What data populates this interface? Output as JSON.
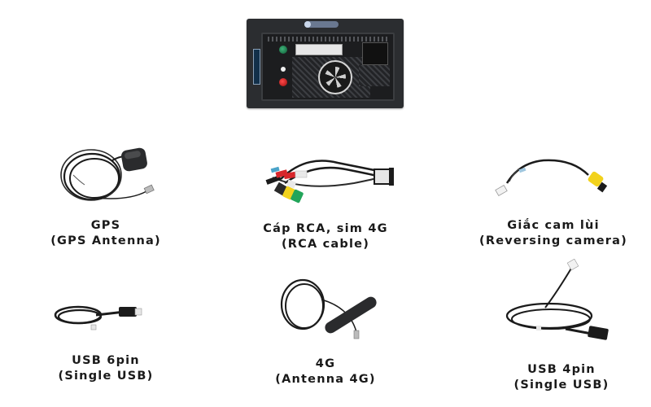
{
  "main_product": {
    "name": "car-head-unit-back-panel",
    "colors": {
      "body": "#2b2d30",
      "green_button": "#1f8a55",
      "red_button": "#d42020",
      "fan": "#d6d6d6"
    }
  },
  "accessories": [
    {
      "id": "gps",
      "title": "GPS",
      "subtitle": "(GPS Antenna)"
    },
    {
      "id": "rca",
      "title": "Cáp RCA, sim 4G",
      "subtitle": "(RCA cable)"
    },
    {
      "id": "reverse-cam",
      "title": "Giắc cam lùi",
      "subtitle": "(Reversing camera)"
    },
    {
      "id": "usb6",
      "title": "USB 6pin",
      "subtitle": "(Single USB)"
    },
    {
      "id": "4g",
      "title": "4G",
      "subtitle": "(Antenna 4G)"
    },
    {
      "id": "usb4",
      "title": "USB 4pin",
      "subtitle": "(Single USB)"
    }
  ],
  "colors": {
    "background": "#ffffff",
    "text": "#1a1a1a",
    "cable": "#1b1b1b",
    "rca_yellow": "#f2d21c",
    "rca_red": "#d8262b",
    "rca_green": "#22a55a",
    "rca_white": "#e9e9e9"
  }
}
